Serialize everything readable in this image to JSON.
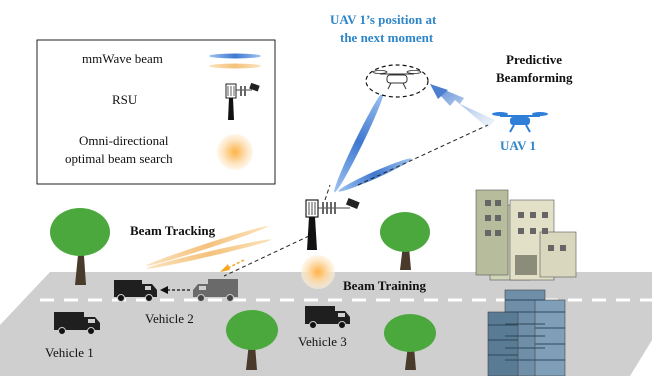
{
  "legend": {
    "mmwave": "mmWave beam",
    "rsu": "RSU",
    "omni_line1": "Omni-directional",
    "omni_line2": "optimal beam search"
  },
  "labels": {
    "uav_next_line1": "UAV 1’s position at",
    "uav_next_line2": "the next moment",
    "predictive_line1": "Predictive",
    "predictive_line2": "Beamforming",
    "uav1": "UAV 1",
    "beam_tracking": "Beam Tracking",
    "beam_training": "Beam Training",
    "vehicle1": "Vehicle 1",
    "vehicle2": "Vehicle 2",
    "vehicle3": "Vehicle 3"
  },
  "colors": {
    "blue_beam": "#4a7fd1",
    "orange_beam": "#f5c98a",
    "uav_label": "#2e86c9",
    "tree": "#4aa83c",
    "road": "#c9c9c9",
    "vehicle": "#333333"
  }
}
